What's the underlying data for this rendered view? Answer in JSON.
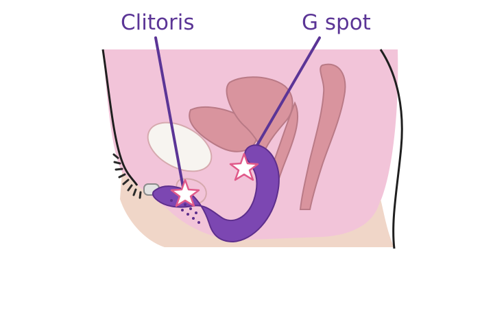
{
  "labels": {
    "clitoris": "Clitoris",
    "g_spot": "G spot"
  },
  "colors": {
    "label_text": "#5b3596",
    "leader_line": "#5b3596",
    "background": "#ffffff",
    "body_pink": "#f2c4d9",
    "skin": "#f0d6c8",
    "organ": "#d9949e",
    "organ_outline": "#b97a86",
    "bone_white": "#f7f4f0",
    "device_purple": "#7c47b2",
    "device_dark": "#5d2e8c",
    "star_fill": "#ffffff",
    "star_outline": "#e05a8a",
    "hair": "#2a2a2a",
    "outline": "#1f1f1f"
  },
  "markers": [
    {
      "name": "clitoris-star",
      "label_ref": "clitoris"
    },
    {
      "name": "g-spot-star",
      "label_ref": "g_spot"
    }
  ]
}
